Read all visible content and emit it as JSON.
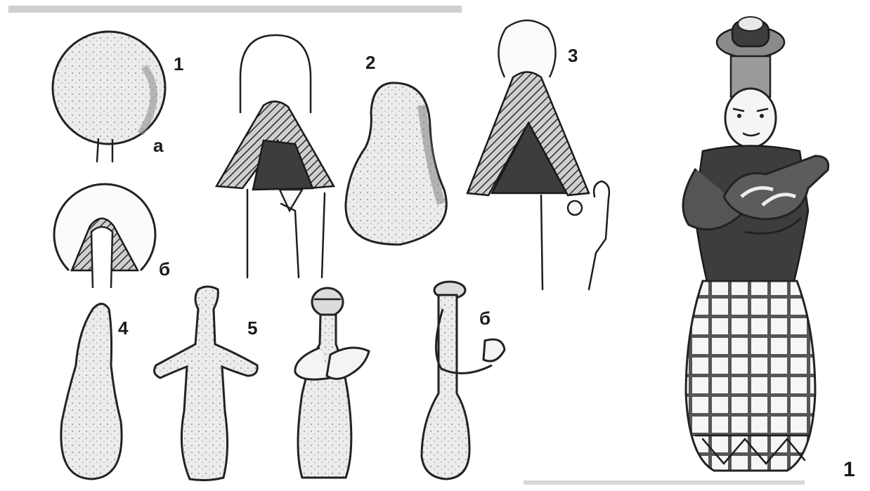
{
  "step_labels": {
    "step1": "1",
    "step1a": "a",
    "step1b": "б",
    "step2": "2",
    "step3": "3",
    "step4": "4",
    "step5": "5",
    "step6": "б",
    "figure": "1"
  }
}
